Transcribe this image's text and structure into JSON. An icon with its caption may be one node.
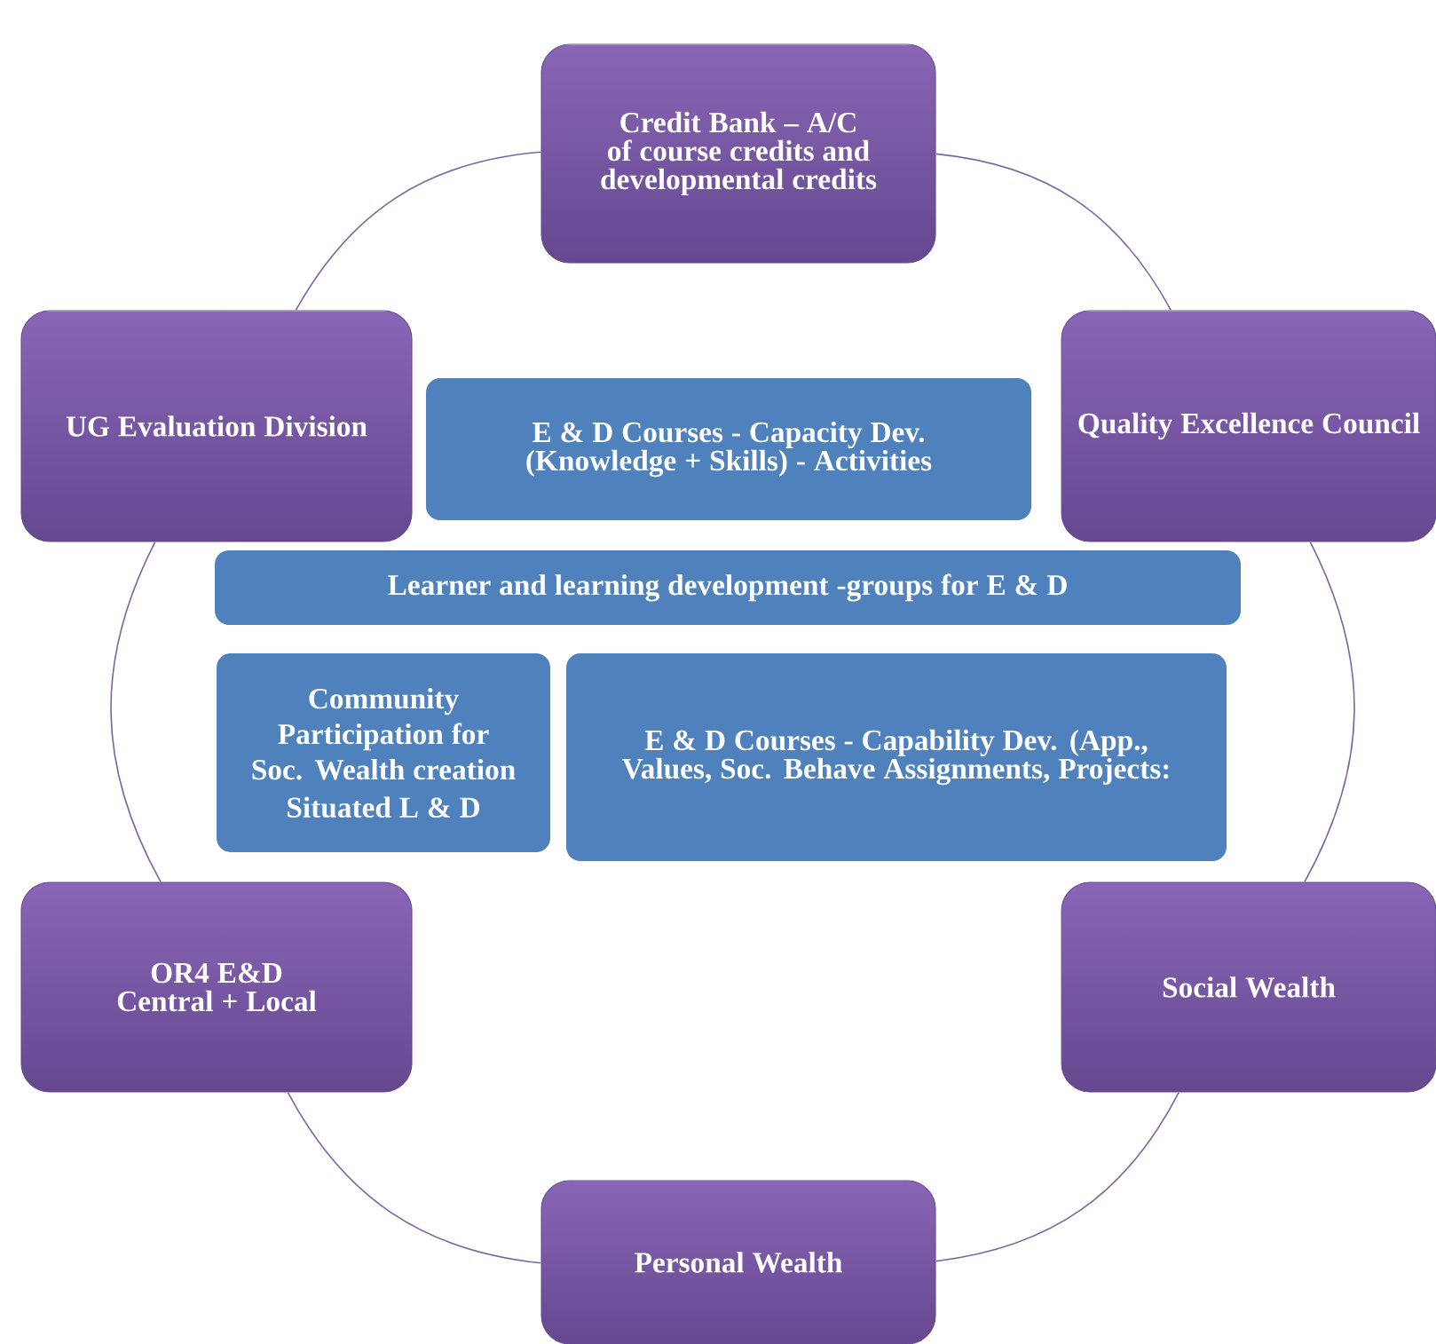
{
  "diagram": {
    "nodes": [
      {
        "text": [
          "Credit Bank – A/C of course credits and developmental credits"
        ]
      },
      {
        "text": [
          "UG Evaluation Division"
        ]
      },
      {
        "text": [
          "E & D Courses - Capacity Dev. (Knowledge + Skills) -  Activities"
        ]
      },
      {
        "text": [
          "Quality Excellence Council"
        ]
      },
      {
        "text": [
          "Learner and learning  development -groups for E & D"
        ]
      },
      {
        "text": [
          "Community Participation for Soc. Wealth creation",
          "Situated L & D"
        ]
      },
      {
        "text": [
          "E & D Courses  - Capability Dev. (App., Values, Soc. Behave Assignments, Projects:"
        ]
      },
      {
        "text": [
          "OR4 E&D Central + Local"
        ]
      },
      {
        "text": [
          "Social Wealth"
        ]
      },
      {
        "text": [
          "Personal Wealth"
        ]
      }
    ],
    "edges": [
      {
        "from": 0,
        "to": 3,
        "arrow": "none"
      },
      {
        "from": 3,
        "to": 8,
        "arrow": "none"
      },
      {
        "from": 8,
        "to": 9,
        "arrow": "none"
      },
      {
        "from": 9,
        "to": 7,
        "arrow": "none"
      },
      {
        "from": 7,
        "to": 1,
        "arrow": "none"
      },
      {
        "from": 1,
        "to": 0,
        "arrow": "none"
      }
    ]
  }
}
